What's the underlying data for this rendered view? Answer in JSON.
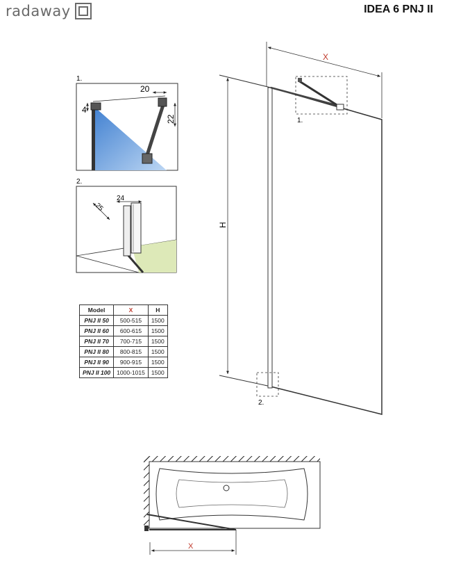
{
  "brand": {
    "name": "radaway",
    "logo_icon": "square-logo-icon"
  },
  "product": {
    "title": "IDEA 6 PNJ II"
  },
  "detail1": {
    "label": "1.",
    "dim_width": "20",
    "dim_left": "4",
    "dim_right": "22"
  },
  "detail2": {
    "label": "2.",
    "dim_a": "25",
    "dim_b": "24"
  },
  "main_view": {
    "dim_x": "X",
    "dim_h": "H",
    "callout1": "1.",
    "callout2": "2."
  },
  "plan_view": {
    "dim_x": "X"
  },
  "colors": {
    "accent_red": "#c0392b",
    "glass_blue": "#4d8fd6",
    "floor_green": "#dde9b8"
  },
  "table": {
    "headers": {
      "model": "Model",
      "x": "X",
      "h": "H"
    },
    "rows": [
      {
        "model": "PNJ II 50",
        "x": "500-515",
        "h": "1500"
      },
      {
        "model": "PNJ II 60",
        "x": "600-615",
        "h": "1500"
      },
      {
        "model": "PNJ II 70",
        "x": "700-715",
        "h": "1500"
      },
      {
        "model": "PNJ II 80",
        "x": "800-815",
        "h": "1500"
      },
      {
        "model": "PNJ II 90",
        "x": "900-915",
        "h": "1500"
      },
      {
        "model": "PNJ II 100",
        "x": "1000-1015",
        "h": "1500"
      }
    ]
  }
}
